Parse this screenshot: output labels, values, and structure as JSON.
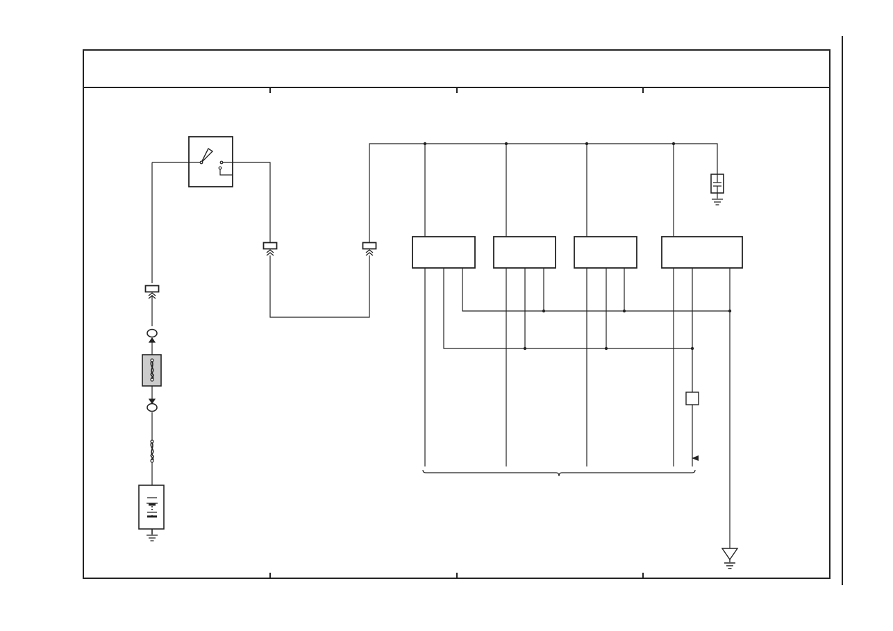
{
  "diagram": {
    "type": "wiring-schematic",
    "colors": {
      "line": "#222222",
      "fuse_block_fill": "#cccccc",
      "background": "#ffffff"
    },
    "components": [
      "battery",
      "fuse",
      "fusible-link-block",
      "ignition-switch",
      "connectors",
      "control-modules",
      "capacitor",
      "ground",
      "antenna-ground"
    ]
  }
}
